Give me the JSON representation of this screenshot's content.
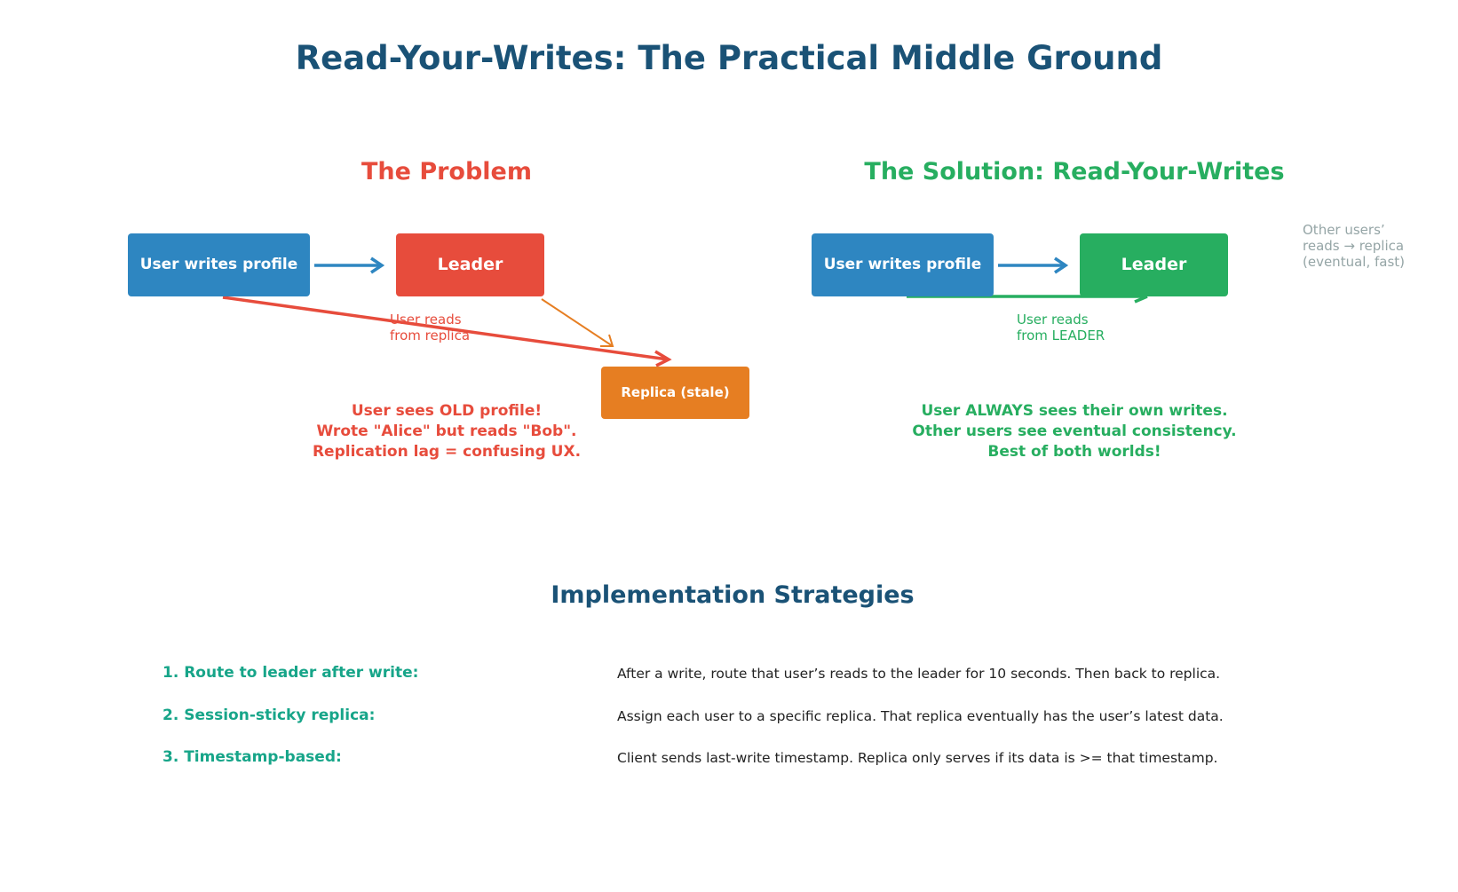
{
  "title": "Read-Your-Writes: The Practical Middle Ground",
  "colors": {
    "title": "#1a5276",
    "problem": "#e74c3c",
    "solution": "#27ae60",
    "write_box": "#2e86c1",
    "replica": "#e67e22",
    "note": "#95a5a6",
    "strategy": "#17a589"
  },
  "problem": {
    "heading": "The Problem",
    "write_box": "User writes profile",
    "leader_box": "Leader",
    "replica_box": "Replica (stale)",
    "read_label_line1": "User reads",
    "read_label_line2": "from replica",
    "caption": [
      "User sees OLD profile!",
      "Wrote \"Alice\" but reads \"Bob\".",
      "Replication lag = confusing UX."
    ]
  },
  "solution": {
    "heading": "The Solution: Read-Your-Writes",
    "write_box": "User writes profile",
    "leader_box": "Leader",
    "read_label_line1": "User reads",
    "read_label_line2": "from LEADER",
    "other_users_note": [
      "Other users’",
      "reads → replica",
      "(eventual, fast)"
    ],
    "caption": [
      "User ALWAYS sees their own writes.",
      "Other users see eventual consistency.",
      "Best of both worlds!"
    ]
  },
  "strategies": {
    "heading": "Implementation Strategies",
    "items": [
      {
        "name": "1. Route to leader after write:",
        "desc": "After a write, route that user’s reads to the leader for 10 seconds. Then back to replica."
      },
      {
        "name": "2. Session-sticky replica:",
        "desc": "Assign each user to a specific replica. That replica eventually has the user’s latest data."
      },
      {
        "name": "3. Timestamp-based:",
        "desc": "Client sends last-write timestamp. Replica only serves if its data is >= that timestamp."
      }
    ]
  }
}
